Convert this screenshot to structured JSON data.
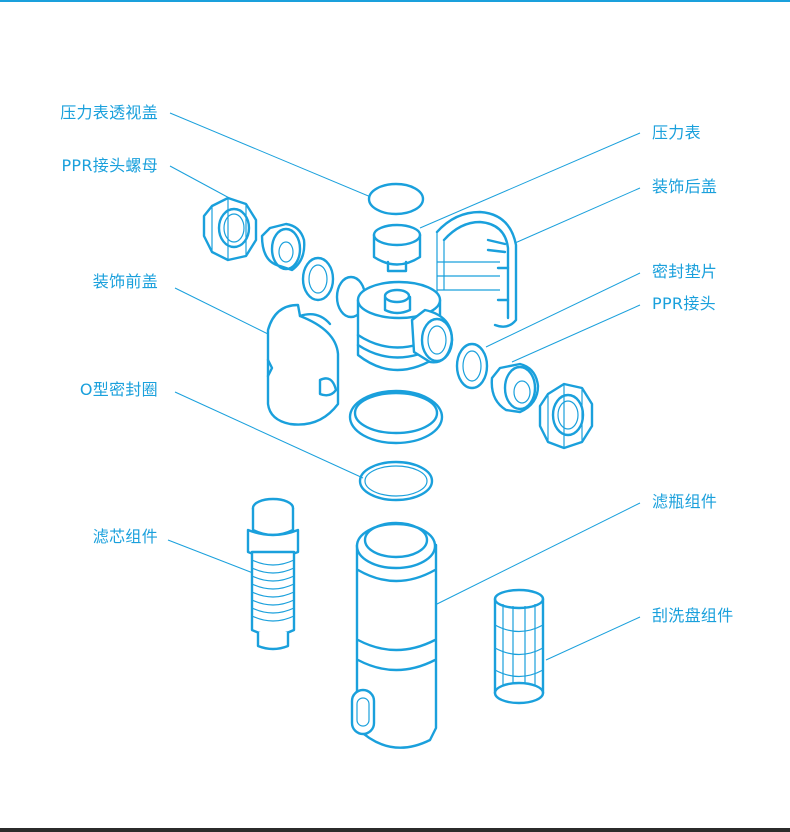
{
  "accent_color": "#1aa0dc",
  "labels": {
    "pressure_gauge_cover": "压力表透视盖",
    "ppr_nut": "PPR接头螺母",
    "front_cover": "装饰前盖",
    "o_ring": "O型密封圈",
    "filter_core": "滤芯组件",
    "pressure_gauge": "压力表",
    "rear_cover": "装饰后盖",
    "gasket": "密封垫片",
    "ppr_joint": "PPR接头",
    "filter_bottle": "滤瓶组件",
    "scraper": "刮洗盘组件"
  }
}
